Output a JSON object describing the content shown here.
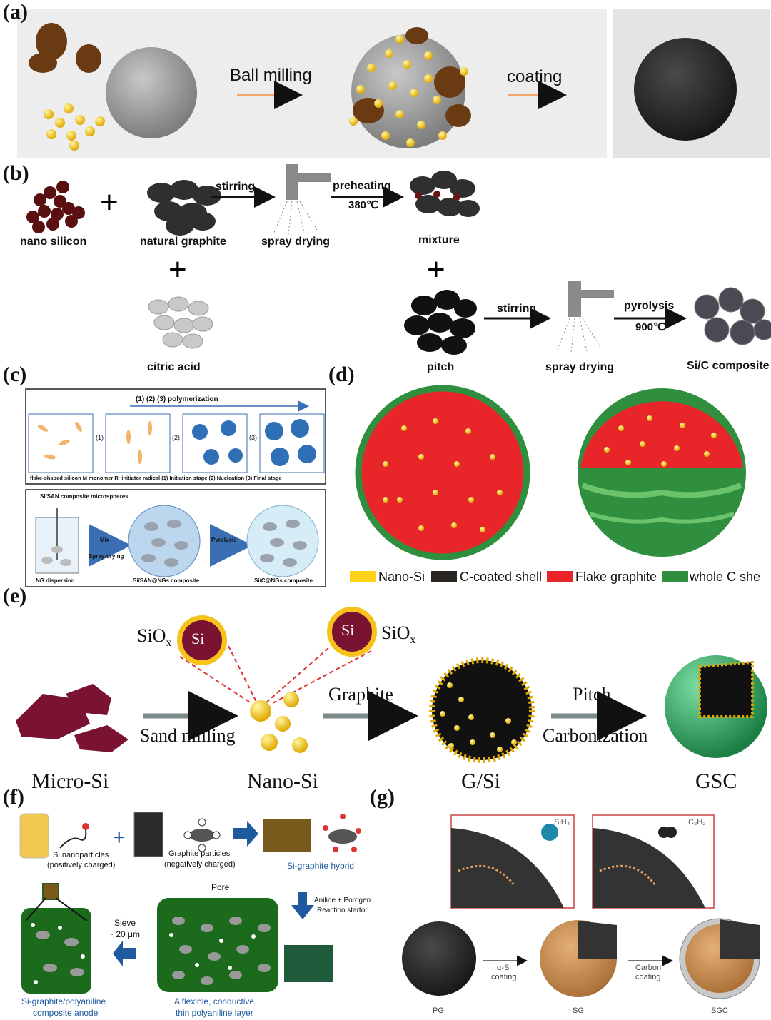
{
  "panels": {
    "a": {
      "label": "(a)",
      "step1": "Ball milling",
      "step2": "coating"
    },
    "b": {
      "label": "(b)",
      "nano_silicon": "nano silicon",
      "natural_graphite": "natural graphite",
      "citric_acid": "citric acid",
      "stirring1": "stirring",
      "spray_drying1": "spray drying",
      "preheating": "preheating",
      "preheat_temp": "380℃",
      "mixture": "mixture",
      "pitch": "pitch",
      "stirring2": "stirring",
      "spray_drying2": "spray drying",
      "pyrolysis": "pyrolysis",
      "pyro_temp": "900℃",
      "sic_composite": "Si/C composite"
    },
    "c": {
      "label": "(c)",
      "polymerization": "(1) (2) (3)  polymerization",
      "legend_line": "flake-shaped silicon  M monomer  R· initiator  radical  (1) Initiation stage  (2) Nucleation  (3) Final stage",
      "stage1": "(1)",
      "stage2": "(2)",
      "stage3": "(3)",
      "microspheres": "Si/SAN composite microspheres",
      "mix": "Mix",
      "spray": "Spray-drying",
      "pyrolysis": "Pyrolysis",
      "ng_dispersion": "NG dispersion",
      "san_ngs": "Si/SAN@NGs composite",
      "c_ngs": "Si/C@NGs composite"
    },
    "d": {
      "label": "(d)",
      "legend": [
        "Nano-Si",
        "C-coated shell",
        "Flake graphite",
        "whole C she"
      ],
      "colors": [
        "#ffd21a",
        "#2b2521",
        "#e8262a",
        "#2f8f3f"
      ]
    },
    "e": {
      "label": "(e)",
      "siox_left": "SiO",
      "siox_right": "SiO",
      "sub_x": "x",
      "si": "Si",
      "sand_milling": "Sand milling",
      "graphite": "Graphite",
      "pitch": "Pitch",
      "carbonization": "Carbonization",
      "micro_si": "Micro-Si",
      "nano_si": "Nano-Si",
      "g_si": "G/Si",
      "gsc": "GSC"
    },
    "f": {
      "label": "(f)",
      "si_np": "Si nanoparticles",
      "pos": "(positively charged)",
      "graphite_p": "Graphite particles",
      "neg": "(negatively charged)",
      "hybrid": "Si-graphite hybrid",
      "aniline": "Aniline + Porogen",
      "starter": "Reaction startor",
      "pore": "Pore",
      "sieve": "Sieve",
      "sieve_size": "~ 20 μm",
      "layer1": "A flexible, conductive",
      "layer2": "thin polyaniline layer",
      "anode1": "Si-graphite/polyaniline",
      "anode2": "composite anode"
    },
    "g": {
      "label": "(g)",
      "sih4": "SiH₄",
      "c2h2": "C₂H₂",
      "asi1": "α-Si",
      "asi2": "coating",
      "carbon1": "Carbon",
      "carbon2": "coating",
      "pg": "PG",
      "sg": "SG",
      "sgc": "SGC"
    }
  }
}
